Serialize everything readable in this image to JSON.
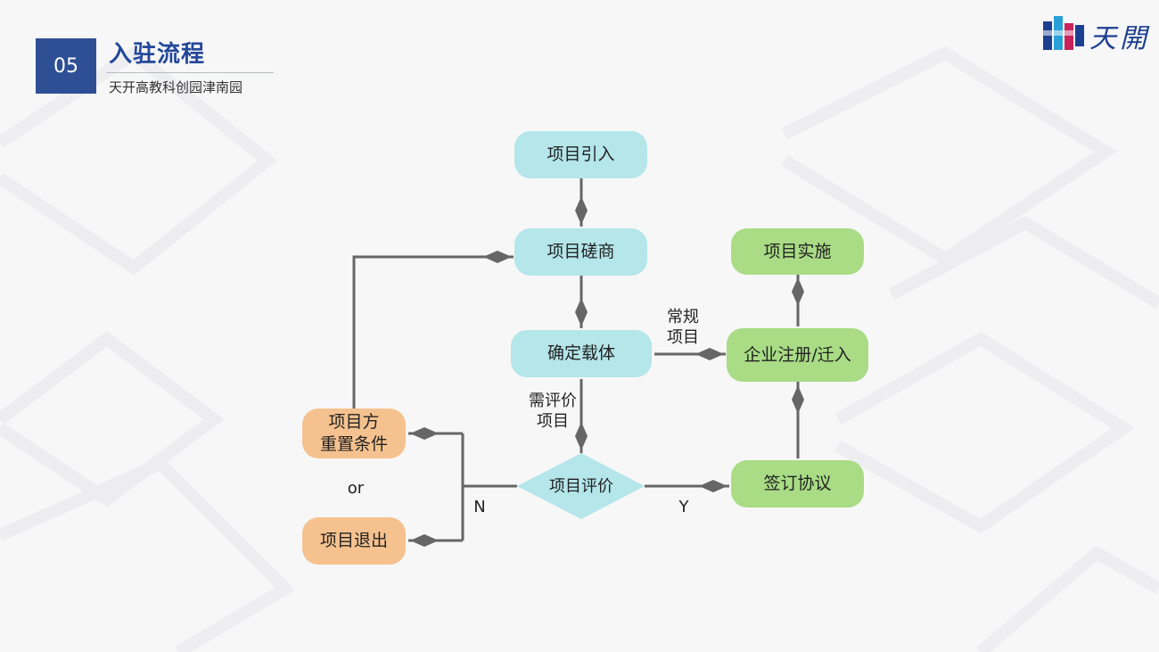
{
  "header": {
    "section_number": "05",
    "title": "入驻流程",
    "subtitle": "天开高教科创园津南园",
    "logo_text": "天開"
  },
  "nodes": {
    "intro": "项目引入",
    "negotiate": "项目磋商",
    "carrier": "确定载体",
    "implement": "项目实施",
    "register": "企业注册/迁入",
    "reset_line1": "项目方",
    "reset_line2": "重置条件",
    "evaluate": "项目评价",
    "sign": "签订协议",
    "exit": "项目退出"
  },
  "labels": {
    "regular_line1": "常规",
    "regular_line2": "项目",
    "need_eval_line1": "需评价",
    "need_eval_line2": "项目",
    "or": "or",
    "no": "N",
    "yes": "Y"
  },
  "colors": {
    "brand_blue": "#2e4f94",
    "cyan_node": "#b4e6ea",
    "green_node": "#a9dc85",
    "orange_node": "#f5c28f",
    "connector": "#666666"
  }
}
